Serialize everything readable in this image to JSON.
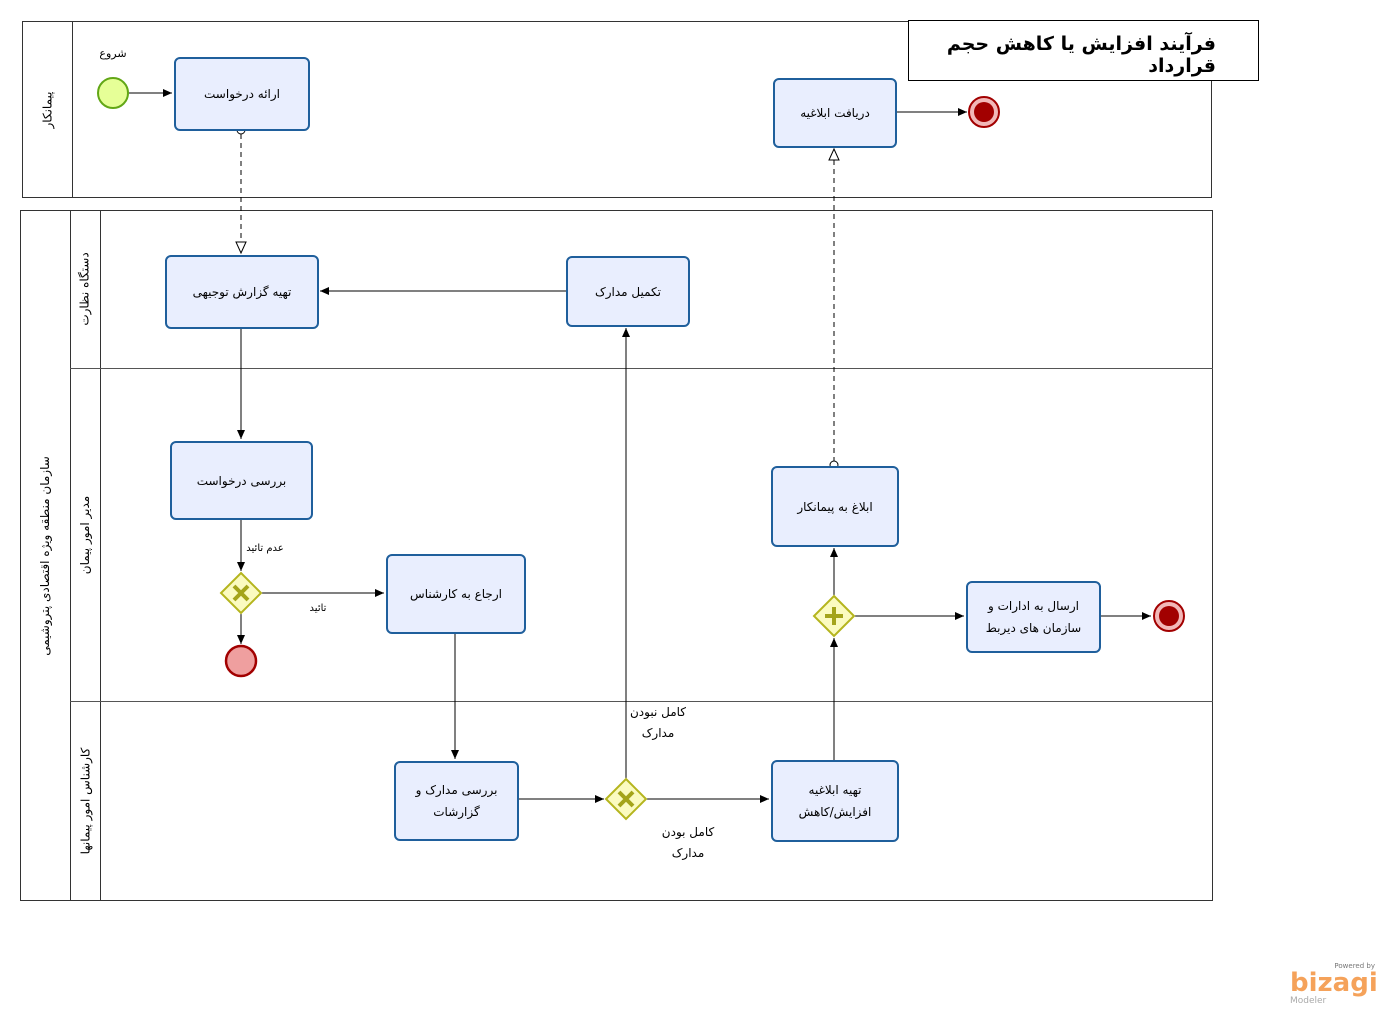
{
  "title": "فرآیند افزایش یا کاهش حجم قرارداد",
  "pools": {
    "contractor": {
      "label": "پیمانکار"
    },
    "organization": {
      "label": "سازمان منطقه ویژه اقتصادی پتروشیمی",
      "lanes": [
        "دستگاه نظارت",
        "مدیر امور پیمان",
        "کارشناس امور پیمانها"
      ]
    }
  },
  "events": {
    "start_label": "شروع"
  },
  "tasks": {
    "submit_request": "ارائه درخواست",
    "receive_notice": "دریافت ابلاغیه",
    "prepare_report": "تهیه گزارش توجیهی",
    "complete_docs": "تکمیل مدارک",
    "review_request": "بررسی درخواست",
    "refer_expert": "ارجاع به کارشناس",
    "notify_contractor": "ابلاغ به پیمانکار",
    "send_offices": "ارسال به ادارات و سازمان های دیربط",
    "review_docs": "بررسی مدارک و گزارشات",
    "prepare_notice": "تهیه ابلاغیه افزایش/کاهش"
  },
  "flow_labels": {
    "rejected": "عدم تائید",
    "approved": "تائید",
    "docs_incomplete": "کامل نبودن مدارک",
    "docs_complete": "کامل بودن مدارک"
  },
  "logo": {
    "powered": "Powered by",
    "brand": "bizagi",
    "sub": "Modeler"
  }
}
